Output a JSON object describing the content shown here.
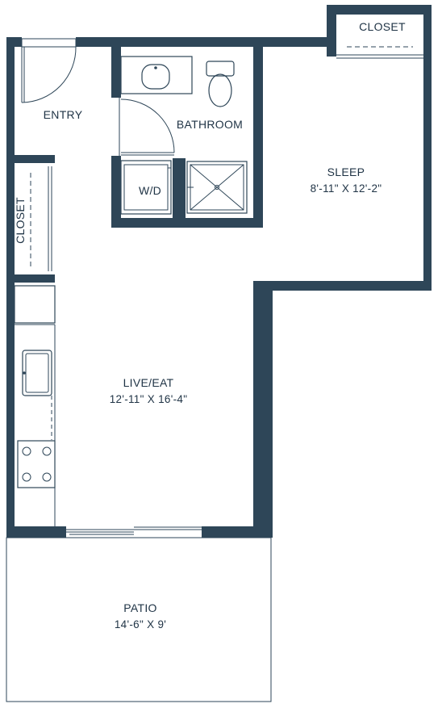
{
  "rooms": {
    "entry": {
      "name": "ENTRY"
    },
    "bathroom": {
      "name": "BATHROOM"
    },
    "washer_dryer": {
      "name": "W/D"
    },
    "closet_top": {
      "name": "CLOSET"
    },
    "closet_side": {
      "name": "CLOSET"
    },
    "sleep": {
      "name": "SLEEP",
      "size": "8'-11\" X 12'-2\""
    },
    "live_eat": {
      "name": "LIVE/EAT",
      "size": "12'-11\" X 16'-4\""
    },
    "patio": {
      "name": "PATIO",
      "size": "14'-6\" X 9'"
    }
  },
  "colors": {
    "wall": "#2e4658",
    "label": "#1f3345",
    "background": "#ffffff"
  }
}
